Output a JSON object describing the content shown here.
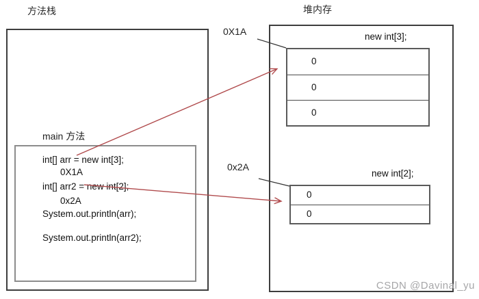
{
  "stack": {
    "title": "方法栈",
    "main_frame_label": "main 方法",
    "code": {
      "line1": "int[] arr = new int[3];",
      "addr1": "0X1A",
      "line2": "int[] arr2 = new int[2];",
      "addr2": "0x2A",
      "line3": "System.out.println(arr);",
      "line4": "System.out.println(arr2);"
    }
  },
  "heap": {
    "title": "堆内存",
    "array1": {
      "pointer_label": "0X1A",
      "title": "new int[3];",
      "cells": [
        "0",
        "0",
        "0"
      ]
    },
    "array2": {
      "pointer_label": "0x2A",
      "title": "new int[2];",
      "cells": [
        "0",
        "0"
      ]
    }
  },
  "watermark": "CSDN @Davinal_yu",
  "colors": {
    "arrow_red": "#b04a4c",
    "pointer_line_black": "#333333",
    "box_border_dark": "#3d3d3d",
    "box_border_gray": "#8c8c8c",
    "watermark_gray": "#a6a6a8"
  }
}
